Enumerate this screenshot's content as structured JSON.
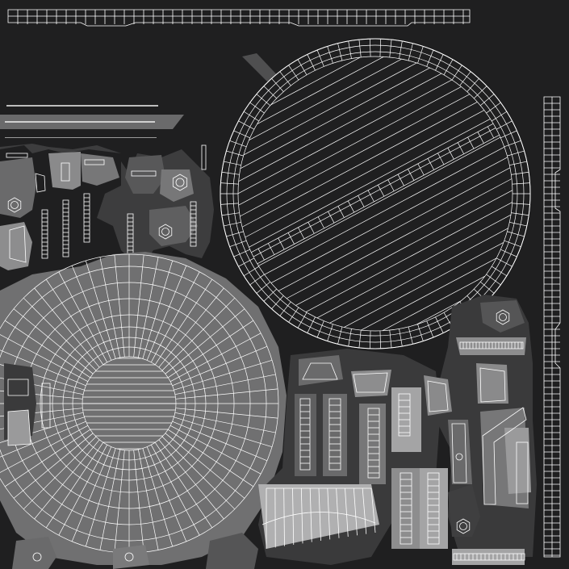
{
  "canvas": {
    "background": "#1f1f20"
  },
  "palette": {
    "island_dark": "#3a3a3b",
    "island_mid": "#555556",
    "island_light": "#7a7a7b",
    "island_lighter": "#a4a4a5",
    "wire": "#ffffff",
    "wire_dim": "#d8d8d8"
  },
  "islands": [
    {
      "name": "uv-strip-top",
      "shape": "top-strip"
    },
    {
      "name": "uv-strip-right",
      "shape": "right-strip"
    },
    {
      "name": "uv-disc-large-top",
      "shape": "disc",
      "radial_rings": 4,
      "parallel_lines": 24
    },
    {
      "name": "uv-disc-large-bottom-left",
      "shape": "radial-disc",
      "rings": 9,
      "spokes": 64
    },
    {
      "name": "uv-small-parts-cluster-left",
      "shape": "cluster"
    },
    {
      "name": "uv-small-parts-cluster-bottom",
      "shape": "cluster"
    },
    {
      "name": "uv-small-parts-cluster-right",
      "shape": "cluster"
    }
  ]
}
